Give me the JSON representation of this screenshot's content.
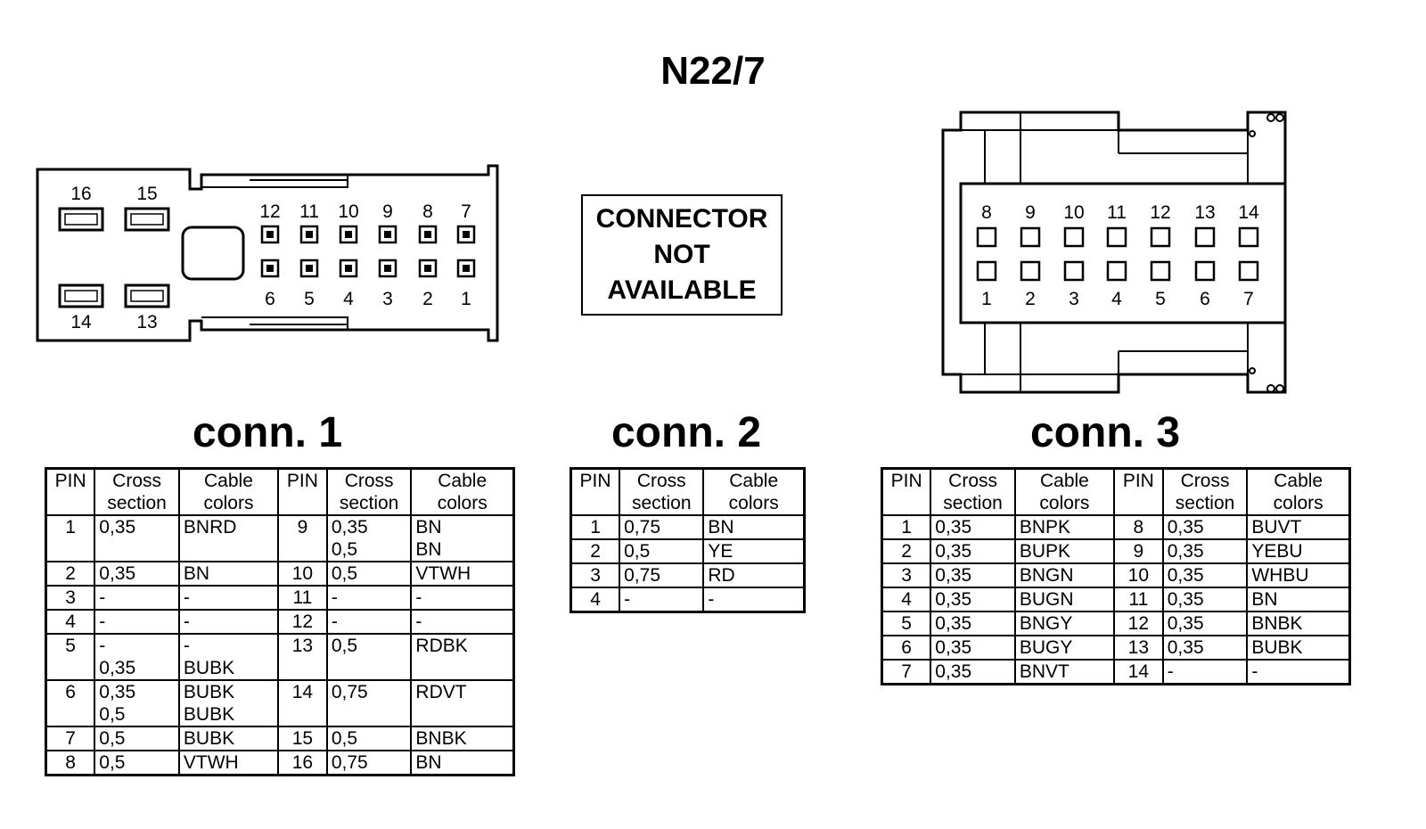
{
  "title": "N22/7",
  "connector_not_available": [
    "CONNECTOR",
    "NOT",
    "AVAILABLE"
  ],
  "headers": {
    "pin": "PIN",
    "cross_section": "Cross section",
    "cable_colors": "Cable colors"
  },
  "conn1": {
    "title": "conn. 1",
    "pin_labels": {
      "large": [
        "16",
        "15",
        "14",
        "13"
      ],
      "top_row": [
        "12",
        "11",
        "10",
        "9",
        "8",
        "7"
      ],
      "bottom_row": [
        "6",
        "5",
        "4",
        "3",
        "2",
        "1"
      ]
    },
    "rows_left": [
      {
        "pin": "1",
        "cross": [
          "0,35"
        ],
        "color": [
          "BNRD"
        ]
      },
      {
        "pin": "2",
        "cross": [
          "0,35"
        ],
        "color": [
          "BN"
        ]
      },
      {
        "pin": "3",
        "cross": [
          "-"
        ],
        "color": [
          "-"
        ]
      },
      {
        "pin": "4",
        "cross": [
          "-"
        ],
        "color": [
          "-"
        ]
      },
      {
        "pin": "5",
        "cross": [
          "-",
          "0,35"
        ],
        "color": [
          "-",
          "BUBK"
        ]
      },
      {
        "pin": "6",
        "cross": [
          "0,35",
          "0,5"
        ],
        "color": [
          "BUBK",
          "BUBK"
        ]
      },
      {
        "pin": "7",
        "cross": [
          "0,5"
        ],
        "color": [
          "BUBK"
        ]
      },
      {
        "pin": "8",
        "cross": [
          "0,5"
        ],
        "color": [
          "VTWH"
        ]
      }
    ],
    "rows_right": [
      {
        "pin": "9",
        "cross": [
          "0,35",
          "0,5"
        ],
        "color": [
          "BN",
          "BN"
        ]
      },
      {
        "pin": "10",
        "cross": [
          "0,5"
        ],
        "color": [
          "VTWH"
        ]
      },
      {
        "pin": "11",
        "cross": [
          "-"
        ],
        "color": [
          "-"
        ]
      },
      {
        "pin": "12",
        "cross": [
          "-"
        ],
        "color": [
          "-"
        ]
      },
      {
        "pin": "13",
        "cross": [
          "0,5"
        ],
        "color": [
          "RDBK"
        ]
      },
      {
        "pin": "14",
        "cross": [
          "0,75"
        ],
        "color": [
          "RDVT"
        ]
      },
      {
        "pin": "15",
        "cross": [
          "0,5"
        ],
        "color": [
          "BNBK"
        ]
      },
      {
        "pin": "16",
        "cross": [
          "0,75"
        ],
        "color": [
          "BN"
        ]
      }
    ]
  },
  "conn2": {
    "title": "conn. 2",
    "rows": [
      {
        "pin": "1",
        "cross": "0,75",
        "color": "BN"
      },
      {
        "pin": "2",
        "cross": "0,5",
        "color": "YE"
      },
      {
        "pin": "3",
        "cross": "0,75",
        "color": "RD"
      },
      {
        "pin": "4",
        "cross": "-",
        "color": "-"
      }
    ]
  },
  "conn3": {
    "title": "conn. 3",
    "pin_labels": {
      "top_row": [
        "8",
        "9",
        "10",
        "11",
        "12",
        "13",
        "14"
      ],
      "bottom_row": [
        "1",
        "2",
        "3",
        "4",
        "5",
        "6",
        "7"
      ]
    },
    "rows": [
      {
        "pin": "1",
        "cross": "0,35",
        "color": "BNPK",
        "pin2": "8",
        "cross2": "0,35",
        "color2": "BUVT"
      },
      {
        "pin": "2",
        "cross": "0,35",
        "color": "BUPK",
        "pin2": "9",
        "cross2": "0,35",
        "color2": "YEBU"
      },
      {
        "pin": "3",
        "cross": "0,35",
        "color": "BNGN",
        "pin2": "10",
        "cross2": "0,35",
        "color2": "WHBU"
      },
      {
        "pin": "4",
        "cross": "0,35",
        "color": "BUGN",
        "pin2": "11",
        "cross2": "0,35",
        "color2": "BN"
      },
      {
        "pin": "5",
        "cross": "0,35",
        "color": "BNGY",
        "pin2": "12",
        "cross2": "0,35",
        "color2": "BNBK"
      },
      {
        "pin": "6",
        "cross": "0,35",
        "color": "BUGY",
        "pin2": "13",
        "cross2": "0,35",
        "color2": "BUBK"
      },
      {
        "pin": "7",
        "cross": "0,35",
        "color": "BNVT",
        "pin2": "14",
        "cross2": "-",
        "color2": "-"
      }
    ]
  }
}
